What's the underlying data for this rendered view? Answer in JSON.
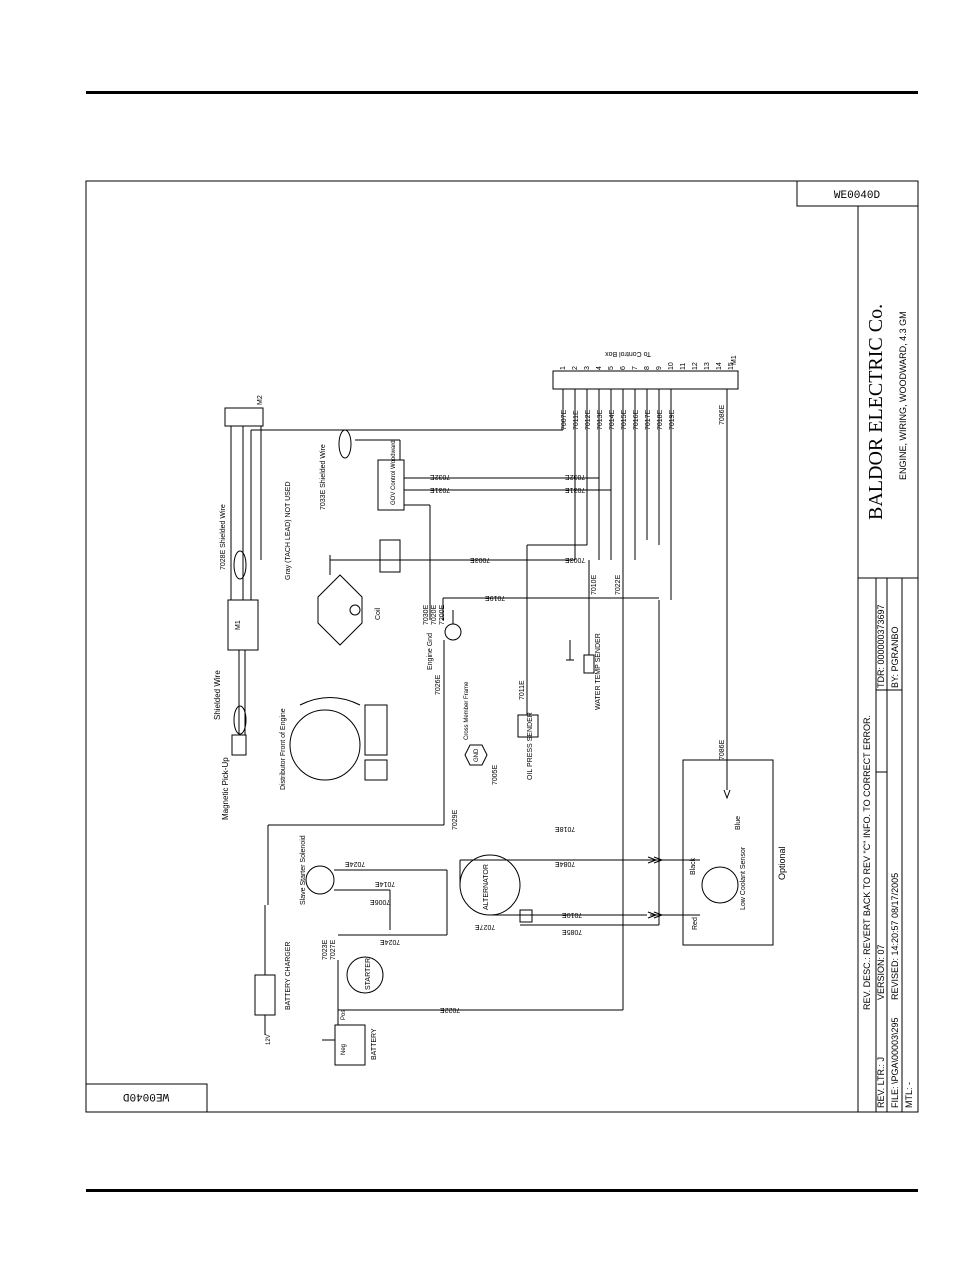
{
  "drawing_number": "WE0040D",
  "drawing_number_bottom": "WE0040D",
  "title_block": {
    "company": "BALDOR  ELECTRIC  Co.",
    "title": "ENGINE, WIRING, WOODWARD, 4.3 GM",
    "rev_desc": "REV. DESC.:  REVERT BACK TO REV \"C\" INFO. TO CORRECT ERROR.",
    "rev_ltr": "REV. LTR.:  J",
    "version": "VERSION:  07",
    "tdr": "TDR:  000000373697",
    "file": "FILE:  \\PGA\\00003\\295",
    "revised": "REVISED:  14:20:57  08/17/2005",
    "by": "BY:  PGRANBO",
    "mtl": "MTL:  -"
  },
  "labels": {
    "to_control_box": "To Control Box",
    "m1_right": "M1",
    "m2": "M2",
    "m1_left": "M1",
    "magnetic_pickup": "Magnetic Pick-Up",
    "shielded_wire_a": "Shielded Wire",
    "shielded_wire_b": "7028E Shielded Wire",
    "shielded_wire_c": "7033E Shielded Wire",
    "distributor": "Distributor Front of Engine",
    "coil": "Coil",
    "gray_tach": "Gray (TACH LEAD) NOT USED",
    "engine_gnd": "Engine Gnd",
    "starter_solenoid": "Slave Starter Solenoid",
    "starter": "STARTER",
    "battery": "BATTERY",
    "battery_charger": "BATTERY CHARGER",
    "alternator": "ALTERNATOR",
    "oil_press": "OIL PRESS SENDER",
    "water_temp": "WATER TEMP SENDER",
    "low_coolant": "Low Coolant Sensor",
    "optional": "Optional",
    "blue": "Blue",
    "black": "Black",
    "red": "Red",
    "gnd_frame": "Cross Member Frame",
    "gnd": "GND",
    "neg": "Neg",
    "pos": "Pos",
    "v12": "12V",
    "woodward": "GOV Control Woodward"
  },
  "terminals": [
    "1",
    "2",
    "3",
    "4",
    "5",
    "6",
    "7",
    "8",
    "9",
    "10",
    "11",
    "12",
    "13",
    "14",
    "15"
  ],
  "wires_top": [
    "7007E",
    "7011E",
    "7012E",
    "7013E",
    "7014E",
    "7015E",
    "7016E",
    "7017E",
    "7018E",
    "7019E"
  ],
  "wire_labels": {
    "w7086e_a": "7086E",
    "w7086e_b": "7086E",
    "w7032e_a": "7032E",
    "w7032e_b": "7032E",
    "w7031e_a": "7031E",
    "w7031e_b": "7031E",
    "w7003e_a": "7003E",
    "w7003e_b": "7003E",
    "w7011e": "7011E",
    "w7010e": "7010E",
    "w7022e_a": "7022E",
    "w7022e_b": "7022E",
    "w7019e": "7019E",
    "w7030e": "7030E",
    "w7020e": "7020E",
    "w7200e": "7200E",
    "w7026e": "7026E",
    "w7029e": "7029E",
    "w7005e": "7005E",
    "w7018e": "7018E",
    "w7084e": "7084E",
    "w7010e_b": "7010E",
    "w7085e": "7085E",
    "w7027e": "7027E",
    "w7024e_a": "7024E",
    "w7024e_b": "7024E",
    "w7014e": "7014E",
    "w7006e": "7006E",
    "w7023e": "7023E",
    "w7027e_b": "7027E"
  }
}
